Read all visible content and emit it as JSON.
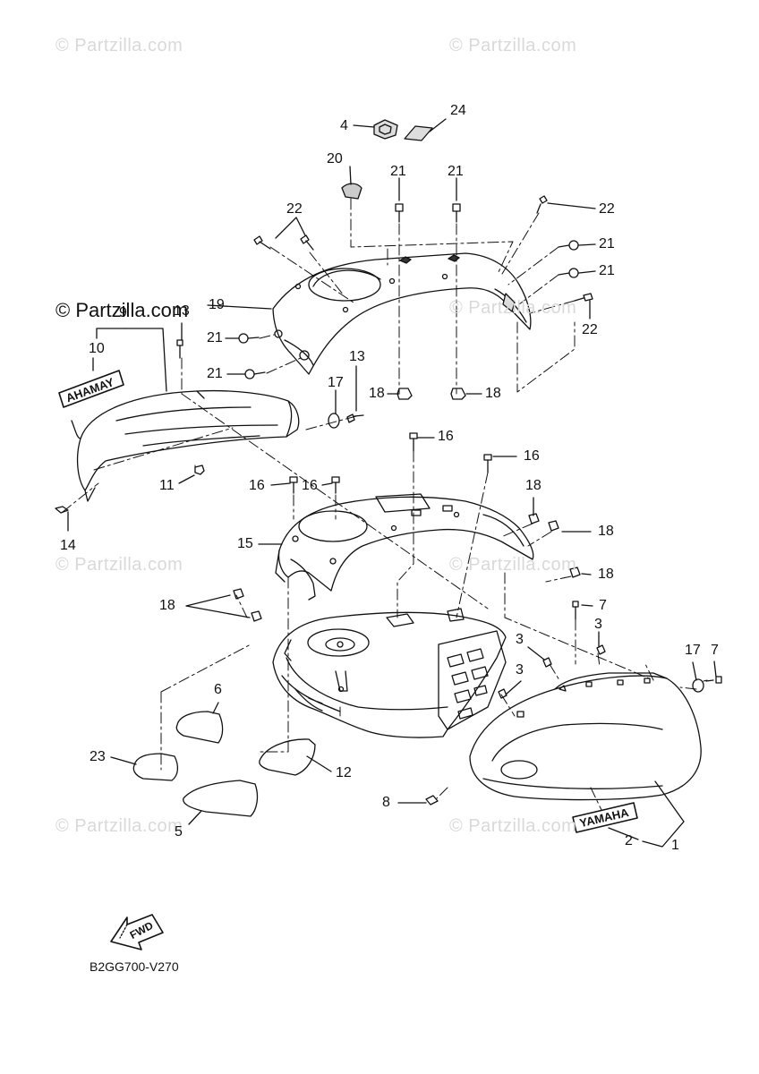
{
  "watermarks": {
    "text": "© Partzilla.com",
    "strong_text": "© Partzilla.com"
  },
  "callouts": [
    {
      "id": "c24",
      "label": "24"
    },
    {
      "id": "c4",
      "label": "4"
    },
    {
      "id": "c20",
      "label": "20"
    },
    {
      "id": "c21a",
      "label": "21"
    },
    {
      "id": "c21b",
      "label": "21"
    },
    {
      "id": "c22a",
      "label": "22"
    },
    {
      "id": "c22b",
      "label": "22"
    },
    {
      "id": "c21c",
      "label": "21"
    },
    {
      "id": "c21d",
      "label": "21"
    },
    {
      "id": "c22c",
      "label": "22"
    },
    {
      "id": "c19",
      "label": "19"
    },
    {
      "id": "c9",
      "label": "9"
    },
    {
      "id": "c13a",
      "label": "13"
    },
    {
      "id": "c10",
      "label": "10"
    },
    {
      "id": "c21e",
      "label": "21"
    },
    {
      "id": "c21f",
      "label": "21"
    },
    {
      "id": "c13b",
      "label": "13"
    },
    {
      "id": "c17a",
      "label": "17"
    },
    {
      "id": "c18a",
      "label": "18"
    },
    {
      "id": "c18b",
      "label": "18"
    },
    {
      "id": "c16a",
      "label": "16"
    },
    {
      "id": "c16b",
      "label": "16"
    },
    {
      "id": "c16c",
      "label": "16"
    },
    {
      "id": "c16d",
      "label": "16"
    },
    {
      "id": "c11",
      "label": "11"
    },
    {
      "id": "c14",
      "label": "14"
    },
    {
      "id": "c15",
      "label": "15"
    },
    {
      "id": "c18c",
      "label": "18"
    },
    {
      "id": "c18d",
      "label": "18"
    },
    {
      "id": "c18e",
      "label": "18"
    },
    {
      "id": "c18f",
      "label": "18"
    },
    {
      "id": "c7a",
      "label": "7"
    },
    {
      "id": "c3a",
      "label": "3"
    },
    {
      "id": "c3b",
      "label": "3"
    },
    {
      "id": "c3c",
      "label": "3"
    },
    {
      "id": "c17b",
      "label": "17"
    },
    {
      "id": "c7b",
      "label": "7"
    },
    {
      "id": "c6",
      "label": "6"
    },
    {
      "id": "c23",
      "label": "23"
    },
    {
      "id": "c12",
      "label": "12"
    },
    {
      "id": "c8",
      "label": "8"
    },
    {
      "id": "c5",
      "label": "5"
    },
    {
      "id": "c2",
      "label": "2"
    },
    {
      "id": "c1",
      "label": "1"
    }
  ],
  "emblems": {
    "yamaha": "YAMAHA",
    "yamaha_mirrored": "AHAMAY",
    "fwd": "FWD"
  },
  "diagram_code": "B2GG700-V270"
}
